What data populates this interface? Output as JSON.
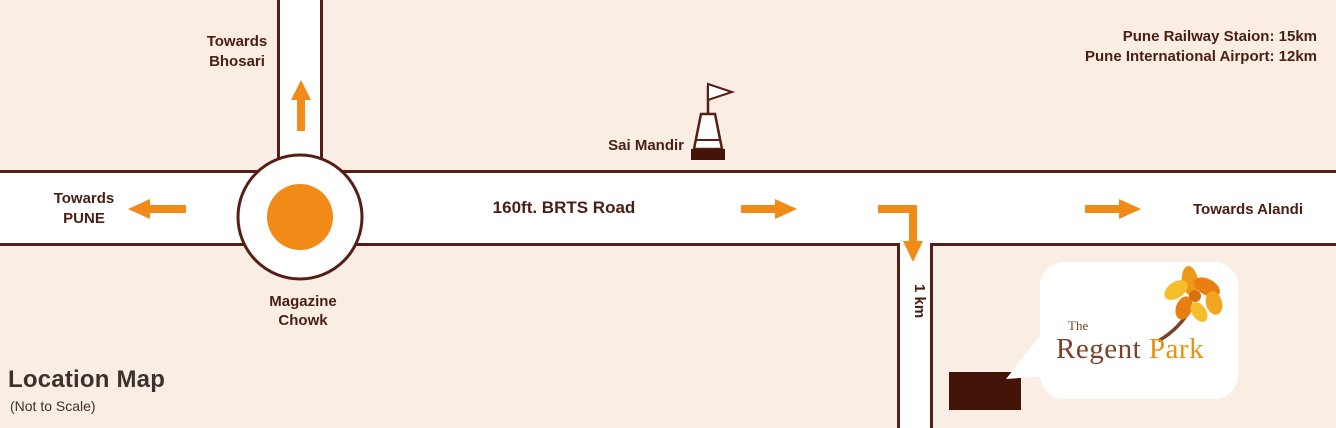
{
  "map": {
    "title": "Location Map",
    "subtitle": "(Not to Scale)",
    "labels": {
      "towards_bhosari": "Towards Bhosari",
      "towards_pune": "Towards PUNE",
      "brts_road": "160ft. BRTS Road",
      "towards_alandi": "Towards Alandi",
      "sai_mandir": "Sai Mandir",
      "magazine_chowk": "Magazine Chowk",
      "one_km": "1 km"
    },
    "distances": {
      "railway": "Pune Railway Staion: 15km",
      "airport": "Pune International Airport: 12km"
    },
    "logo": {
      "the": "The",
      "regent": "Regent",
      "park": "Park"
    },
    "icons": [
      "temple-icon",
      "flower-tree-icon",
      "roundabout",
      "arrow-icons"
    ],
    "colors": {
      "background": "#FAEEE4",
      "road_fill": "#FFFFFF",
      "road_border": "#571E15",
      "label_text": "#4A1E15",
      "arrow_orange": "#F28A18",
      "roundabout_center": "#F28A18",
      "site_marker": "#451409",
      "callout_bubble": "#FFFFFF",
      "logo_brown": "#7B4129",
      "logo_orange": "#E8920E",
      "title_text": "#3A332D"
    }
  }
}
